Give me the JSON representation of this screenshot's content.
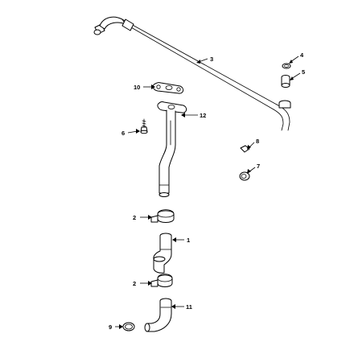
{
  "callouts": [
    {
      "id": "1",
      "label": "1"
    },
    {
      "id": "2a",
      "label": "2"
    },
    {
      "id": "2b",
      "label": "2"
    },
    {
      "id": "3",
      "label": "3"
    },
    {
      "id": "4",
      "label": "4"
    },
    {
      "id": "5",
      "label": "5"
    },
    {
      "id": "6",
      "label": "6"
    },
    {
      "id": "7",
      "label": "7"
    },
    {
      "id": "8",
      "label": "8"
    },
    {
      "id": "9",
      "label": "9"
    },
    {
      "id": "10",
      "label": "10"
    },
    {
      "id": "11",
      "label": "11"
    },
    {
      "id": "12",
      "label": "12"
    }
  ]
}
